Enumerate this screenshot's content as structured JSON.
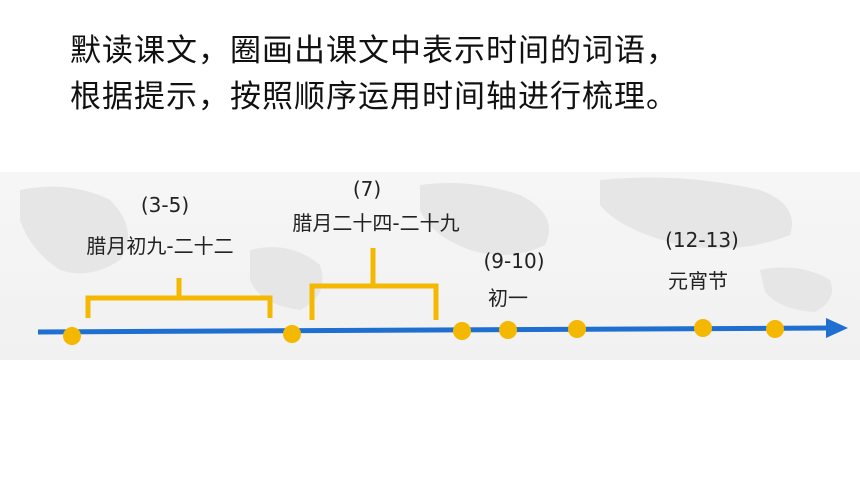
{
  "instruction": {
    "line1": "默读课文，圈画出课文中表示时间的词语，",
    "line2": "根据提示，按照顺序运用时间轴进行梳理。"
  },
  "timeline": {
    "groups": [
      {
        "paragraphs": "(3-5)",
        "time": "腊月初九-二十二"
      },
      {
        "paragraphs": "(7)",
        "time": "腊月二十四-二十九"
      },
      {
        "paragraphs": "(9-10)",
        "time": "初一"
      },
      {
        "paragraphs": "(12-13)",
        "time": "元宵节"
      }
    ],
    "colors": {
      "axis": "#1f6fd1",
      "marker": "#f5b800",
      "bracket": "#f5b800"
    }
  }
}
